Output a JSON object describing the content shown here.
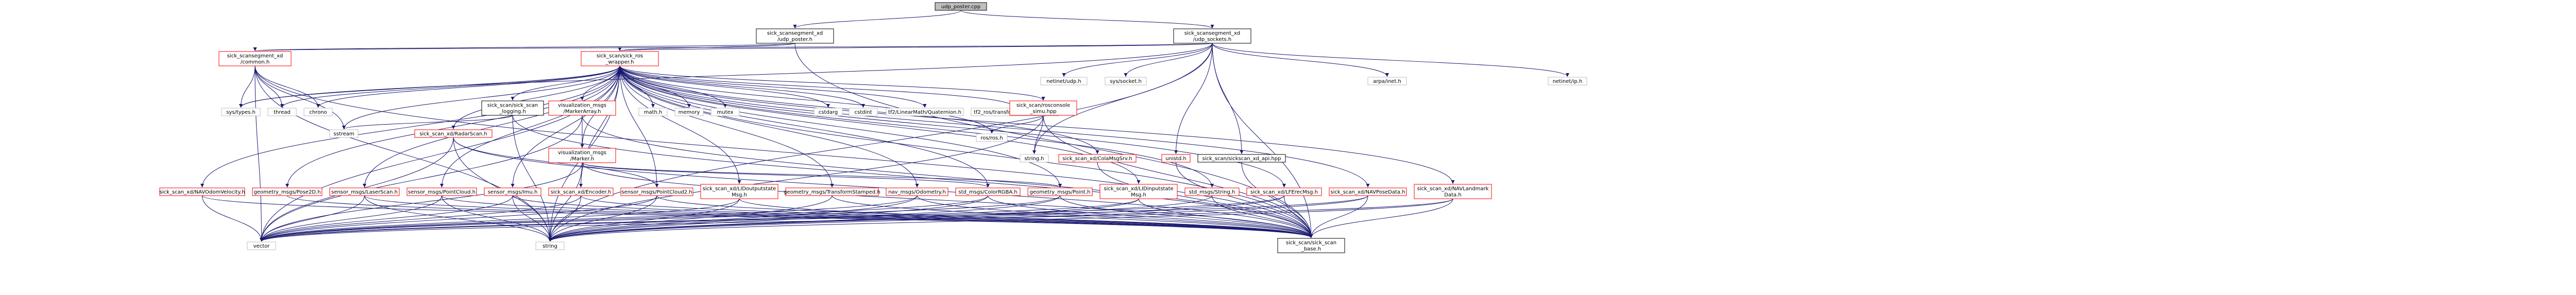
{
  "colors": {
    "edge": "#191970",
    "root_fill": "#bfbfbf",
    "node_border_default": "#000000",
    "node_border_include": "#bfbfbf",
    "node_border_red": "#ff0000",
    "node_fill": "#ffffff"
  },
  "nodes": [
    {
      "id": "root",
      "lines": [
        "udp_poster.cpp"
      ],
      "style": "root"
    },
    {
      "id": "udp_poster_h",
      "lines": [
        "sick_scansegment_xd",
        "/udp_poster.h"
      ],
      "style": "black"
    },
    {
      "id": "udp_sockets_h",
      "lines": [
        "sick_scansegment_xd",
        "/udp_sockets.h"
      ],
      "style": "black"
    },
    {
      "id": "common_h",
      "lines": [
        "sick_scansegment_xd",
        "/common.h"
      ],
      "style": "red"
    },
    {
      "id": "ros_wrapper_h",
      "lines": [
        "sick_scan/sick_ros",
        "_wrapper.h"
      ],
      "style": "red"
    },
    {
      "id": "netinet_udp",
      "lines": [
        "netinet/udp.h"
      ],
      "style": "gray"
    },
    {
      "id": "sys_socket",
      "lines": [
        "sys/socket.h"
      ],
      "style": "gray"
    },
    {
      "id": "arpa_inet",
      "lines": [
        "arpa/inet.h"
      ],
      "style": "gray"
    },
    {
      "id": "netinet_ip",
      "lines": [
        "netinet/ip.h"
      ],
      "style": "gray"
    },
    {
      "id": "sys_types",
      "lines": [
        "sys/types.h"
      ],
      "style": "gray"
    },
    {
      "id": "thread",
      "lines": [
        "thread"
      ],
      "style": "gray"
    },
    {
      "id": "chrono",
      "lines": [
        "chrono"
      ],
      "style": "gray"
    },
    {
      "id": "sick_scan_logging",
      "lines": [
        "sick_scan/sick_scan",
        "_logging.h"
      ],
      "style": "black"
    },
    {
      "id": "math_h",
      "lines": [
        "math.h"
      ],
      "style": "gray"
    },
    {
      "id": "memory",
      "lines": [
        "memory"
      ],
      "style": "gray"
    },
    {
      "id": "mutex",
      "lines": [
        "mutex"
      ],
      "style": "gray"
    },
    {
      "id": "cstdarg",
      "lines": [
        "cstdarg"
      ],
      "style": "gray"
    },
    {
      "id": "cstdint",
      "lines": [
        "cstdint"
      ],
      "style": "gray"
    },
    {
      "id": "tf2_quat",
      "lines": [
        "tf2/LinearMath/Quaternion.h"
      ],
      "style": "gray"
    },
    {
      "id": "tf2_ros_tb",
      "lines": [
        "tf2_ros/transform_broadcaster.h"
      ],
      "style": "gray"
    },
    {
      "id": "vis_marker_array",
      "lines": [
        "visualization_msgs",
        "/MarkerArray.h"
      ],
      "style": "red"
    },
    {
      "id": "rosconsole_simu",
      "lines": [
        "sick_scan/rosconsole",
        "_simu.hpp"
      ],
      "style": "red"
    },
    {
      "id": "sstream",
      "lines": [
        "sstream"
      ],
      "style": "gray"
    },
    {
      "id": "radar_scan",
      "lines": [
        "sick_scan_xd/RadarScan.h"
      ],
      "style": "red"
    },
    {
      "id": "vis_marker",
      "lines": [
        "visualization_msgs",
        "/Marker.h"
      ],
      "style": "red"
    },
    {
      "id": "ros_ros",
      "lines": [
        "ros/ros.h"
      ],
      "style": "gray"
    },
    {
      "id": "string_h",
      "lines": [
        "string.h"
      ],
      "style": "gray"
    },
    {
      "id": "colarray",
      "lines": [
        "sick_scan_xd/ColaMsgSrv.h"
      ],
      "style": "red"
    },
    {
      "id": "unistd",
      "lines": [
        "unistd.h"
      ],
      "style": "red"
    },
    {
      "id": "sickscan_xd_api",
      "lines": [
        "sick_scan/sickscan_xd_api.hpp"
      ],
      "style": "black"
    },
    {
      "id": "navodom_vel",
      "lines": [
        "sick_scan_xd/NAVOdomVelocity.h"
      ],
      "style": "red"
    },
    {
      "id": "geom_pose2d",
      "lines": [
        "geometry_msgs/Pose2D.h"
      ],
      "style": "red"
    },
    {
      "id": "laserscan",
      "lines": [
        "sensor_msgs/LaserScan.h"
      ],
      "style": "red"
    },
    {
      "id": "pointcloud",
      "lines": [
        "sensor_msgs/PointCloud.h"
      ],
      "style": "red"
    },
    {
      "id": "imu",
      "lines": [
        "sensor_msgs/Imu.h"
      ],
      "style": "red"
    },
    {
      "id": "encoder",
      "lines": [
        "sick_scan_xd/Encoder.h"
      ],
      "style": "red"
    },
    {
      "id": "pointcloud2",
      "lines": [
        "sensor_msgs/PointCloud2.h"
      ],
      "style": "red"
    },
    {
      "id": "lidoutput",
      "lines": [
        "sick_scan_xd/LIDoutputstate",
        "Msg.h"
      ],
      "style": "red"
    },
    {
      "id": "tf_stamped",
      "lines": [
        "geometry_msgs/TransformStamped.h"
      ],
      "style": "red"
    },
    {
      "id": "nav_odom",
      "lines": [
        "nav_msgs/Odometry.h"
      ],
      "style": "red"
    },
    {
      "id": "colorrgba",
      "lines": [
        "std_msgs/ColorRGBA.h"
      ],
      "style": "red"
    },
    {
      "id": "geom_point",
      "lines": [
        "geometry_msgs/Point.h"
      ],
      "style": "red"
    },
    {
      "id": "lidinput",
      "lines": [
        "sick_scan_xd/LIDinputstate",
        "Msg.h"
      ],
      "style": "red"
    },
    {
      "id": "std_string",
      "lines": [
        "std_msgs/String.h"
      ],
      "style": "red"
    },
    {
      "id": "lferec",
      "lines": [
        "sick_scan_xd/LFErecMsg.h"
      ],
      "style": "red"
    },
    {
      "id": "navpose",
      "lines": [
        "sick_scan_xd/NAVPoseData.h"
      ],
      "style": "red"
    },
    {
      "id": "navlandmark",
      "lines": [
        "sick_scan_xd/NAVLandmark",
        "Data.h"
      ],
      "style": "red"
    },
    {
      "id": "vector",
      "lines": [
        "vector"
      ],
      "style": "gray"
    },
    {
      "id": "string",
      "lines": [
        "string"
      ],
      "style": "gray"
    },
    {
      "id": "scan_base",
      "lines": [
        "sick_scan/sick_scan",
        "_base.h"
      ],
      "style": "black"
    }
  ]
}
